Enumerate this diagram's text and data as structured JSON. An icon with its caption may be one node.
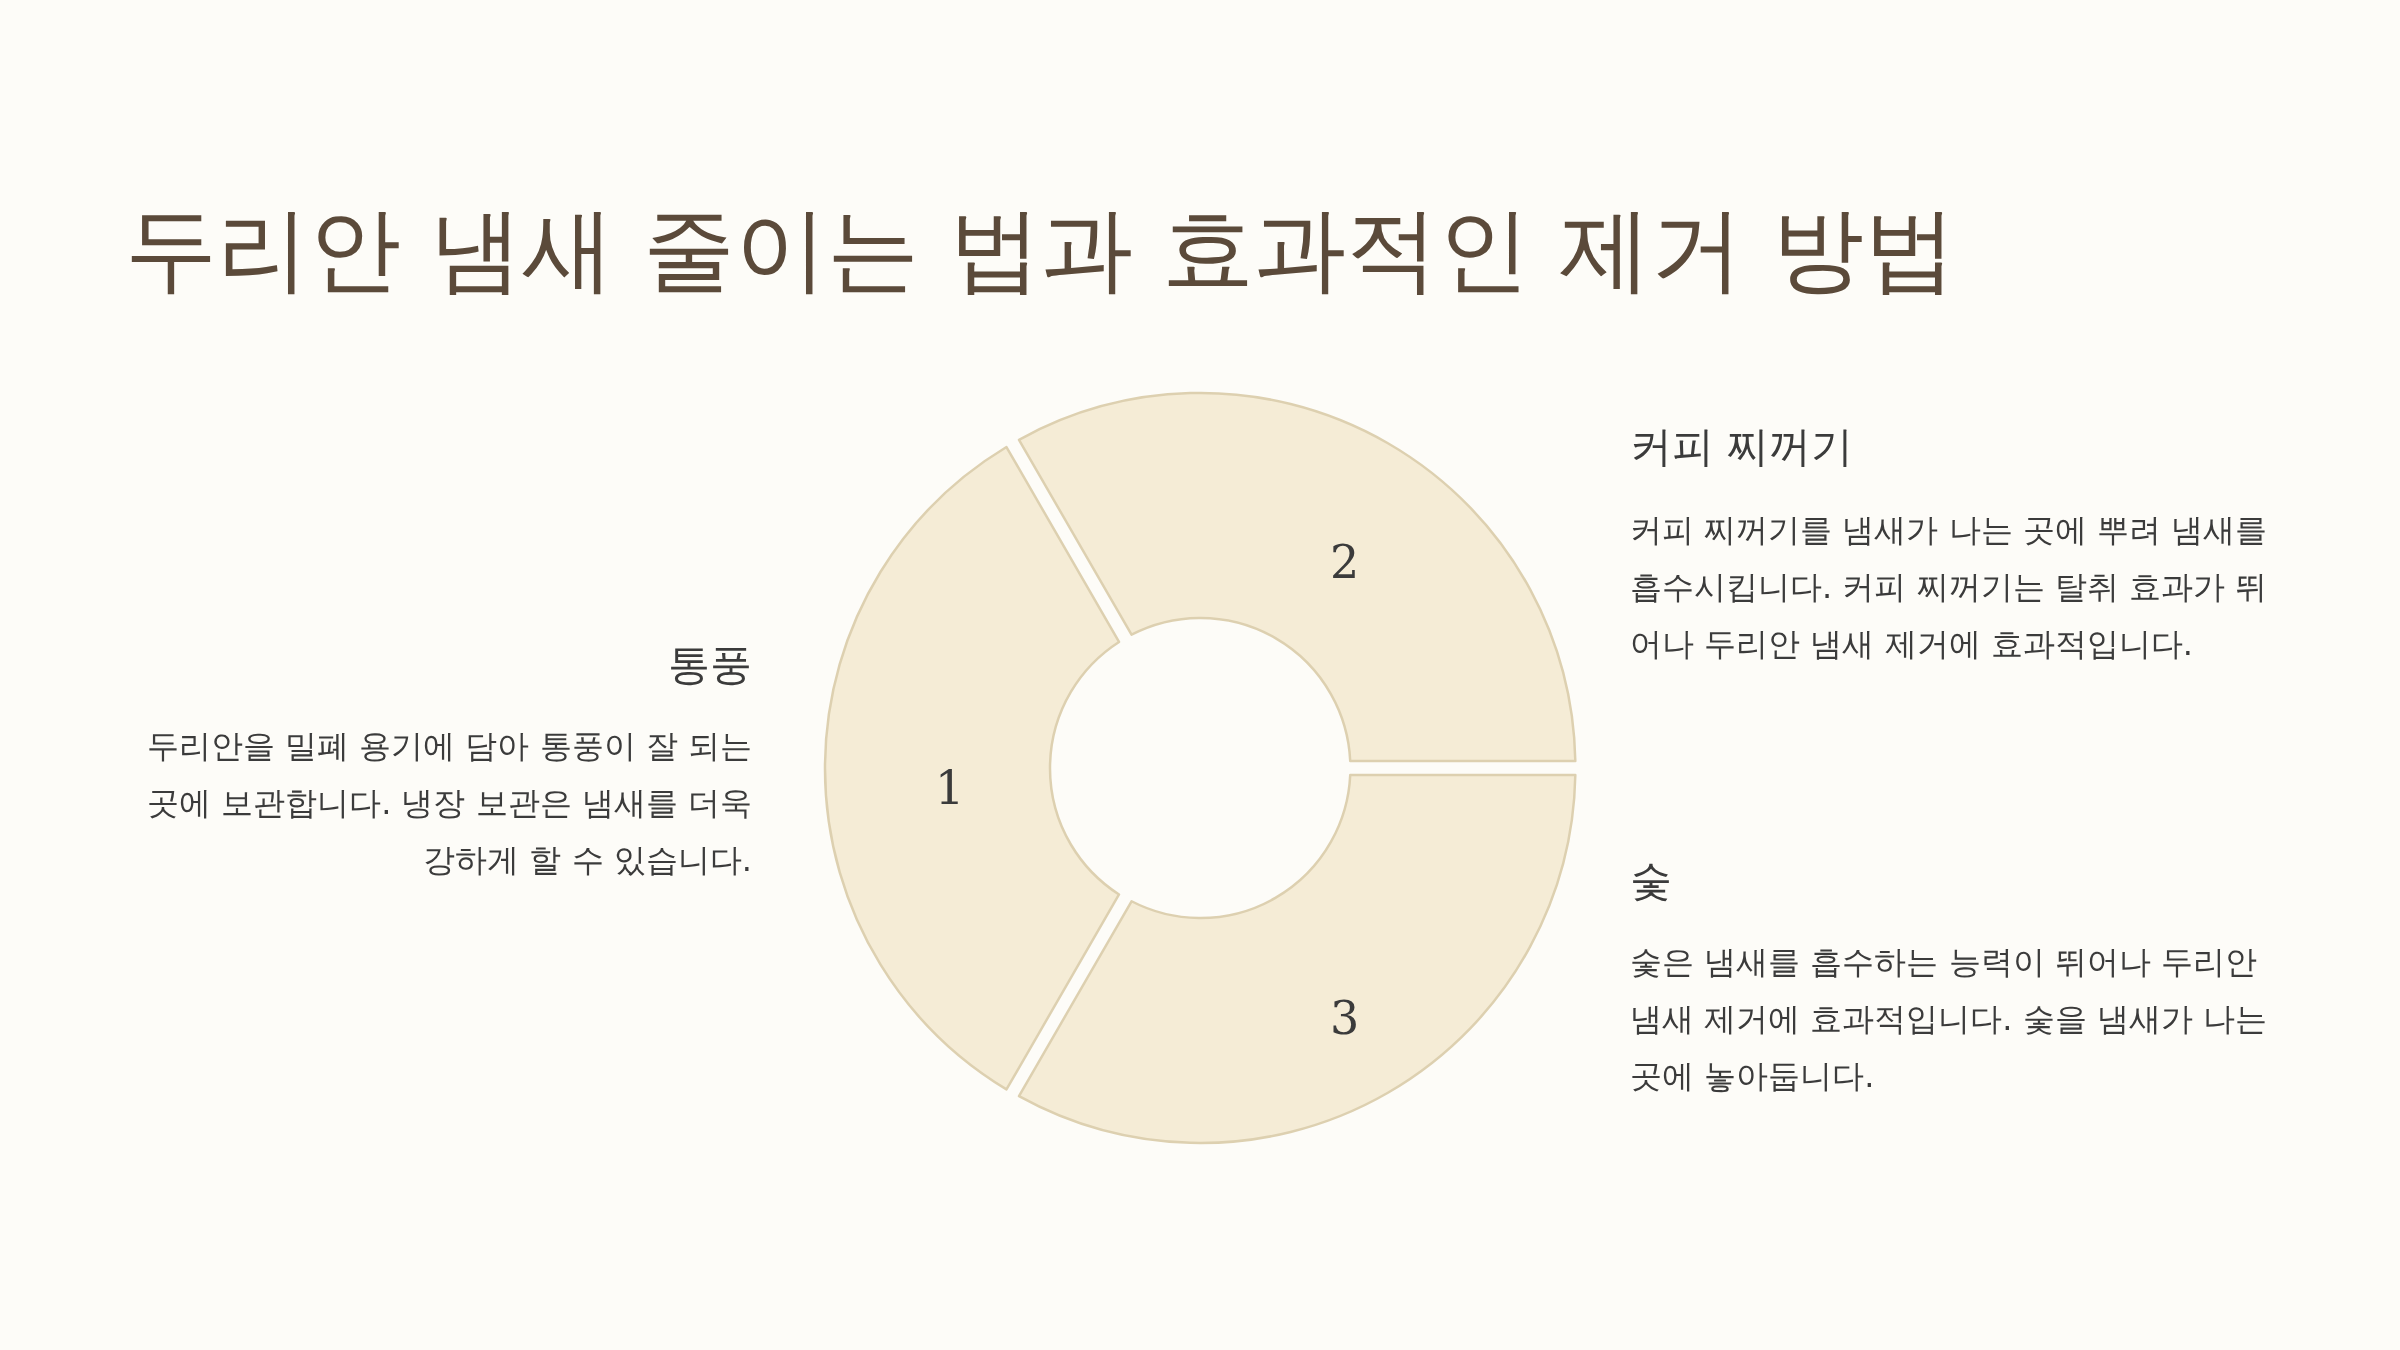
{
  "diagram": {
    "title": "두리안 냄새 줄이는 법과 효과적인 제거 방법",
    "nodes": [
      {
        "text": [
          "1"
        ],
        "beside": [
          "통풍",
          "두리안을 밀폐 용기에 담아 통풍이 잘 되는 곳에 보관합니다. 냉장 보관은 냄새를 더욱 강하게 할 수 있습니다."
        ]
      },
      {
        "text": [
          "2"
        ],
        "beside": [
          "커피 찌꺼기",
          "커피 찌꺼기를 냄새가 나는 곳에 뿌려 냄새를 흡수시킵니다. 커피 찌꺼기는 탈취 효과가 뛰어나 두리안 냄새 제거에 효과적입니다."
        ]
      },
      {
        "text": [
          "3"
        ],
        "beside": [
          "숯",
          "숯은 냄새를 흡수하는 능력이 뛰어나 두리안 냄새 제거에 효과적입니다. 숯을 냄새가 나는 곳에 놓아둡니다."
        ]
      }
    ]
  }
}
